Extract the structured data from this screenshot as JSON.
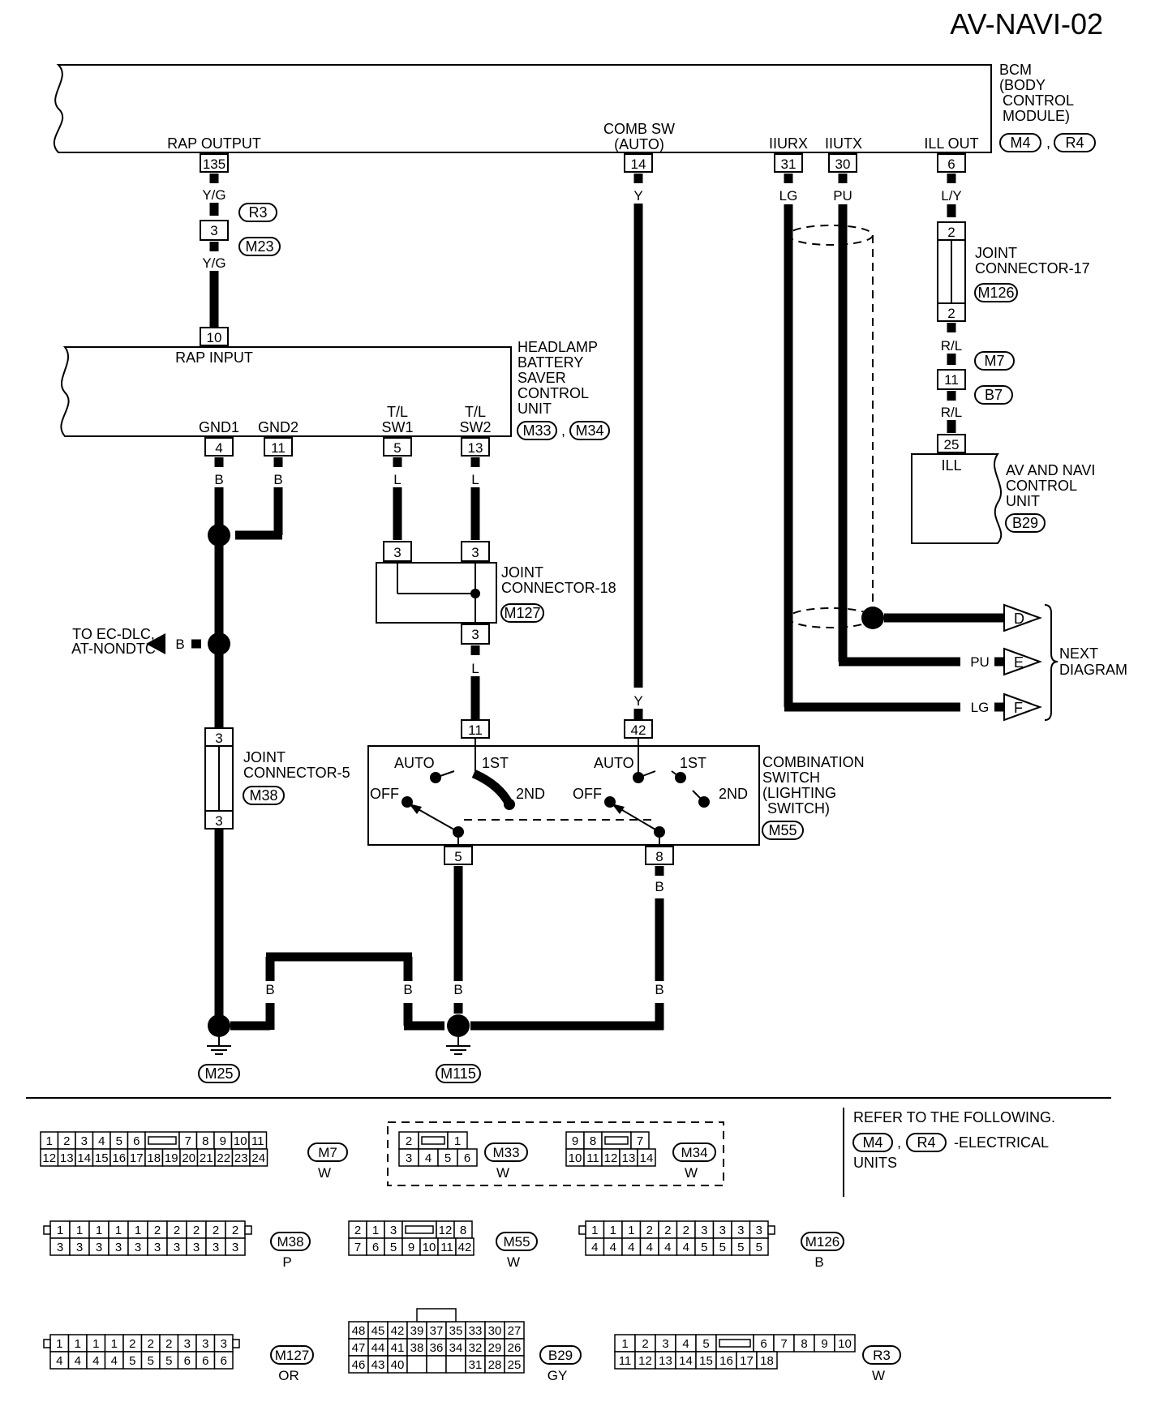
{
  "page_id": "AV-NAVI-02",
  "bcm": {
    "lines": [
      "BCM",
      "(BODY",
      "CONTROL",
      "MODULE)"
    ],
    "conns": [
      "M4",
      "R4"
    ],
    "rap_output": "RAP OUTPUT",
    "comb_sw": [
      "COMB SW",
      "(AUTO)"
    ],
    "iiurx": "IIURX",
    "iiutx": "IIUTX",
    "ill_out": "ILL OUT",
    "pins": [
      "135",
      "14",
      "31",
      "30",
      "6"
    ]
  },
  "rap_chain": {
    "color_upper": "Y/G",
    "connector_tag_r3": "R3",
    "connector_tag_m23": "M23",
    "pin": "3",
    "color_lower": "Y/G"
  },
  "headlamp_unit": {
    "lines": [
      "HEADLAMP",
      "BATTERY",
      "SAVER",
      "CONTROL",
      "UNIT"
    ],
    "conns": [
      "M33",
      "M34"
    ],
    "rap_input": "RAP INPUT",
    "rap_input_pin": "10",
    "gnd1": "GND1",
    "gnd2": "GND2",
    "tl_sw1": [
      "T/L",
      "SW1"
    ],
    "tl_sw2": [
      "T/L",
      "SW2"
    ],
    "pins": [
      "4",
      "11",
      "5",
      "13"
    ]
  },
  "wire_colors": {
    "y": "Y",
    "lg": "LG",
    "pu": "PU",
    "ly": "L/Y",
    "rl": "R/L",
    "b": "B",
    "l": "L"
  },
  "joint17": {
    "lines": [
      "JOINT",
      "CONNECTOR-17"
    ],
    "tag": "M126",
    "pins": [
      "2",
      "2"
    ]
  },
  "ill_chain": {
    "tags": [
      "M7",
      "B7"
    ],
    "pin": "11"
  },
  "av_unit": {
    "lines": [
      "AV AND NAVI",
      "CONTROL",
      "UNIT"
    ],
    "tag": "B29",
    "pin": "25",
    "pin_label": "ILL"
  },
  "joint18": {
    "lines": [
      "JOINT",
      "CONNECTOR-18"
    ],
    "tag": "M127",
    "pins": [
      "3",
      "3",
      "3"
    ]
  },
  "to_ec": [
    "TO EC-DLC,",
    "AT-NONDTC"
  ],
  "joint5": {
    "lines": [
      "JOINT",
      "CONNECTOR-5"
    ],
    "tag": "M38",
    "pins": [
      "3",
      "3"
    ]
  },
  "comb_switch": {
    "lines": [
      "COMBINATION",
      "SWITCH",
      "(LIGHTING",
      "SWITCH)"
    ],
    "tag": "M55",
    "pins_top": [
      "11",
      "42"
    ],
    "pins_bottom": [
      "5",
      "8"
    ],
    "auto": "AUTO",
    "first": "1ST",
    "second": "2ND",
    "off": "OFF"
  },
  "next_diagram": {
    "letters": [
      "D",
      "E",
      "F"
    ],
    "lines": [
      "NEXT",
      "DIAGRAM"
    ]
  },
  "grounds": [
    "M25",
    "M115"
  ],
  "refer": {
    "line1": "REFER TO THE FOLLOWING.",
    "tags": [
      "M4",
      "R4"
    ],
    "line2": "-ELECTRICAL",
    "line3": "UNITS"
  },
  "connector_faces": [
    {
      "tag": "M7",
      "color": "W",
      "row1": [
        "1",
        "2",
        "3",
        "4",
        "5",
        "6",
        "",
        "7",
        "8",
        "9",
        "10",
        "11"
      ],
      "row2": [
        "12",
        "13",
        "14",
        "15",
        "16",
        "17",
        "18",
        "19",
        "20",
        "21",
        "22",
        "23",
        "24"
      ]
    },
    {
      "tag": "M33",
      "color": "W",
      "row1": [
        "2",
        "",
        "1"
      ],
      "row2": [
        "3",
        "4",
        "5",
        "6"
      ]
    },
    {
      "tag": "M34",
      "color": "W",
      "row1": [
        "9",
        "8",
        "",
        "7"
      ],
      "row2": [
        "10",
        "11",
        "12",
        "13",
        "14"
      ]
    },
    {
      "tag": "M38",
      "color": "P",
      "row1": [
        "1",
        "1",
        "1",
        "1",
        "1",
        "2",
        "2",
        "2",
        "2",
        "2"
      ],
      "row2": [
        "3",
        "3",
        "3",
        "3",
        "3",
        "3",
        "3",
        "3",
        "3",
        "3"
      ]
    },
    {
      "tag": "M55",
      "color": "W",
      "row1": [
        "2",
        "1",
        "3",
        "",
        "12",
        "8"
      ],
      "row2": [
        "7",
        "6",
        "5",
        "9",
        "10",
        "11",
        "42"
      ]
    },
    {
      "tag": "M126",
      "color": "B",
      "row1": [
        "1",
        "1",
        "1",
        "2",
        "2",
        "2",
        "3",
        "3",
        "3",
        "3"
      ],
      "row2": [
        "4",
        "4",
        "4",
        "4",
        "4",
        "4",
        "5",
        "5",
        "5",
        "5"
      ]
    },
    {
      "tag": "M127",
      "color": "OR",
      "row1": [
        "1",
        "1",
        "1",
        "1",
        "2",
        "2",
        "2",
        "3",
        "3",
        "3"
      ],
      "row2": [
        "4",
        "4",
        "4",
        "4",
        "5",
        "5",
        "5",
        "6",
        "6",
        "6"
      ]
    },
    {
      "tag": "B29",
      "color": "GY",
      "row1": [
        "48",
        "45",
        "42",
        "39",
        "37",
        "35",
        "33",
        "30",
        "27"
      ],
      "row2": [
        "47",
        "44",
        "41",
        "38",
        "36",
        "34",
        "32",
        "29",
        "26"
      ],
      "row3": [
        "46",
        "43",
        "40",
        "",
        "",
        "",
        "31",
        "28",
        "25"
      ]
    },
    {
      "tag": "R3",
      "color": "W",
      "row1": [
        "1",
        "2",
        "3",
        "4",
        "5",
        "",
        "6",
        "7",
        "8",
        "9",
        "10"
      ],
      "row2": [
        "11",
        "12",
        "13",
        "14",
        "15",
        "16",
        "17",
        "18"
      ]
    }
  ]
}
